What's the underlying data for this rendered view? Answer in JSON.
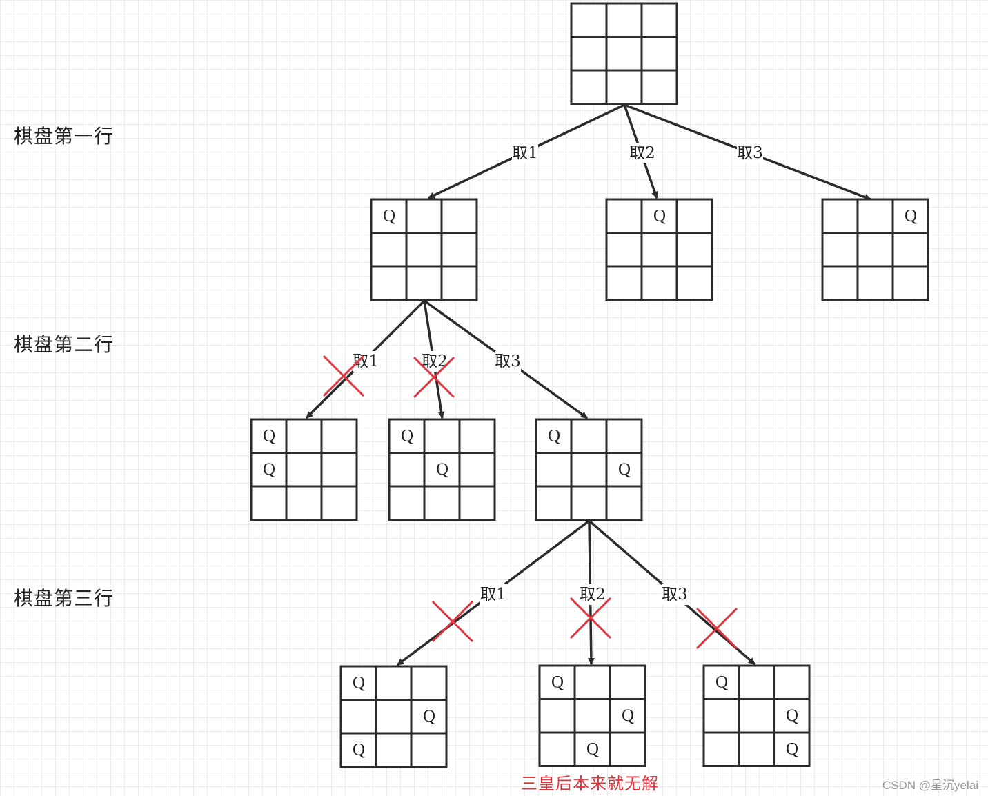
{
  "row_labels": [
    "棋盘第一行",
    "棋盘第二行",
    "棋盘第三行"
  ],
  "edge_labels": [
    "取1",
    "取2",
    "取3"
  ],
  "queen_symbol": "Q",
  "note": "三皇后本来就无解",
  "watermark": "CSDN @星沉yelai",
  "colors": {
    "line": "#2b2b2b",
    "cross": "#e0353f",
    "note": "#e0353f"
  },
  "boards": [
    {
      "id": "root",
      "queens": []
    },
    {
      "id": "r1-c1",
      "queens": [
        [
          0,
          0
        ]
      ]
    },
    {
      "id": "r1-c2",
      "queens": [
        [
          0,
          1
        ]
      ]
    },
    {
      "id": "r1-c3",
      "queens": [
        [
          0,
          2
        ]
      ]
    },
    {
      "id": "r2-c1",
      "queens": [
        [
          0,
          0
        ],
        [
          1,
          0
        ]
      ],
      "pruned": true
    },
    {
      "id": "r2-c2",
      "queens": [
        [
          0,
          0
        ],
        [
          1,
          1
        ]
      ],
      "pruned": true
    },
    {
      "id": "r2-c3",
      "queens": [
        [
          0,
          0
        ],
        [
          1,
          2
        ]
      ]
    },
    {
      "id": "r3-c1",
      "queens": [
        [
          0,
          0
        ],
        [
          1,
          2
        ],
        [
          2,
          0
        ]
      ],
      "pruned": true
    },
    {
      "id": "r3-c2",
      "queens": [
        [
          0,
          0
        ],
        [
          1,
          2
        ],
        [
          2,
          1
        ]
      ],
      "pruned": true
    },
    {
      "id": "r3-c3",
      "queens": [
        [
          0,
          0
        ],
        [
          1,
          2
        ],
        [
          2,
          2
        ]
      ],
      "pruned": true
    }
  ],
  "edges": [
    {
      "from": "root",
      "to": "r1-c1",
      "label": 0
    },
    {
      "from": "root",
      "to": "r1-c2",
      "label": 1
    },
    {
      "from": "root",
      "to": "r1-c3",
      "label": 2
    },
    {
      "from": "r1-c1",
      "to": "r2-c1",
      "label": 0,
      "crossed": true
    },
    {
      "from": "r1-c1",
      "to": "r2-c2",
      "label": 1,
      "crossed": true
    },
    {
      "from": "r1-c1",
      "to": "r2-c3",
      "label": 2
    },
    {
      "from": "r2-c3",
      "to": "r3-c1",
      "label": 0,
      "crossed": true
    },
    {
      "from": "r2-c3",
      "to": "r3-c2",
      "label": 1,
      "crossed": true
    },
    {
      "from": "r2-c3",
      "to": "r3-c3",
      "label": 2,
      "crossed": true
    }
  ]
}
